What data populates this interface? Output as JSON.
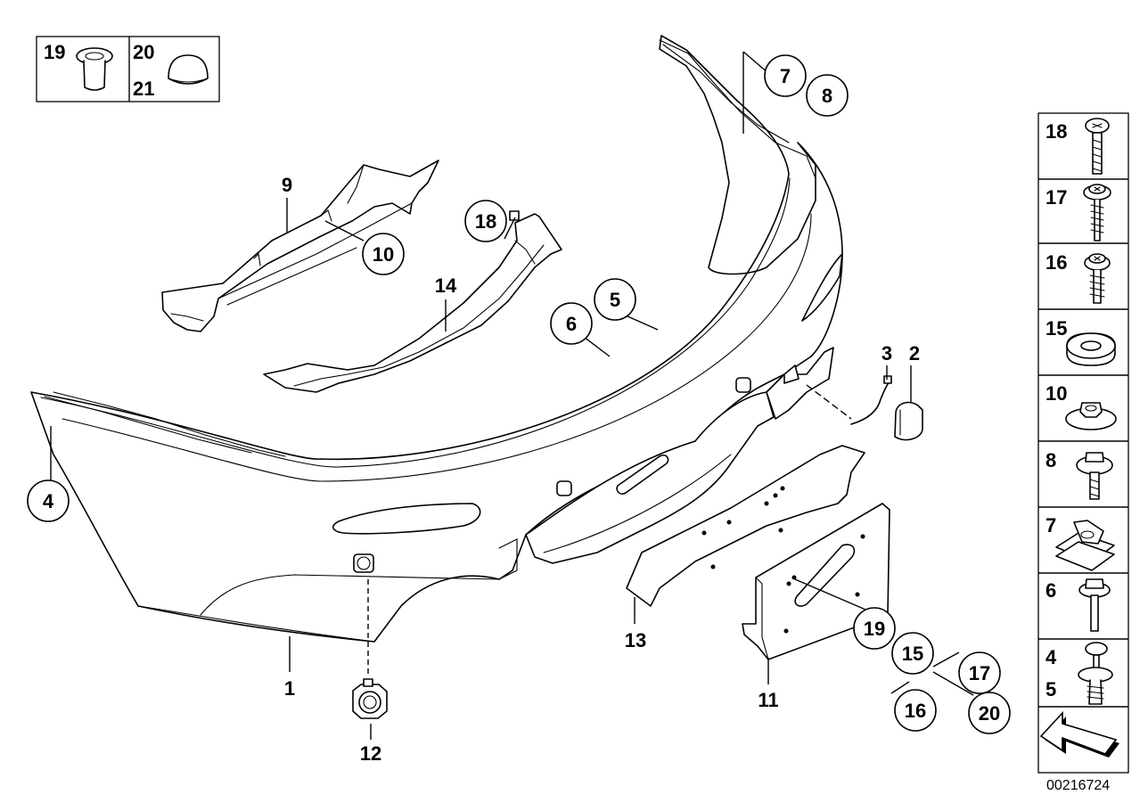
{
  "diagram": {
    "parts": {
      "p1": "1",
      "p2": "2",
      "p3": "3",
      "p4": "4",
      "p5": "5",
      "p6": "6",
      "p7": "7",
      "p8": "8",
      "p9": "9",
      "p10": "10",
      "p11": "11",
      "p12": "12",
      "p13": "13",
      "p14": "14",
      "p15": "15",
      "p16": "16",
      "p17": "17",
      "p18": "18",
      "p19": "19",
      "p20": "20"
    },
    "inset": {
      "a": "19",
      "b": "20",
      "c": "21"
    },
    "fastener_panel": [
      "18",
      "17",
      "16",
      "15",
      "10",
      "8",
      "7",
      "6",
      "4",
      "5"
    ],
    "reference_number": "00216724",
    "colors": {
      "line": "#000000",
      "background": "#ffffff"
    }
  }
}
